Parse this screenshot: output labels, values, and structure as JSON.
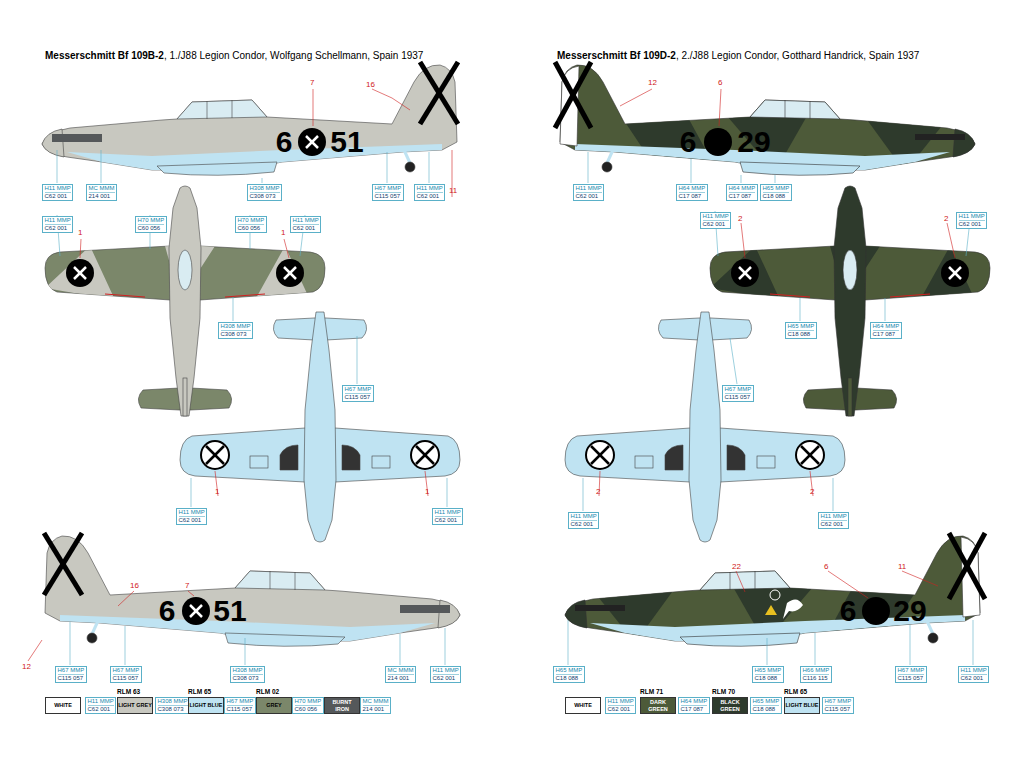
{
  "diagram": {
    "labels": [
      "Messerschmitt Bf 109B-2",
      ", 1./J88 Legion Condor, Wolfgang Schellmann, Spain 1937",
      "7",
      "16",
      "11",
      "H11 MMP",
      "C62 001",
      "MC MMM",
      "214 001",
      "H308 MMP",
      "C308 073",
      "H67 MMP",
      "C115 057",
      "H11 MMP",
      "C62 001",
      "6",
      "51",
      "1",
      "1",
      "H11 MMP",
      "C62 001",
      "H70 MMP",
      "C60 056",
      "H70 MMP",
      "C60 056",
      "H11 MMP",
      "C62 001",
      "H308 MMP",
      "C308 073",
      "H67 MMP",
      "C115 057",
      "1",
      "H11 MMP",
      "C62 001",
      "1",
      "H11 MMP",
      "C62 001",
      "16",
      "7",
      "12",
      "H67 MMP",
      "C115 057",
      "H67 MMP",
      "C115 057",
      "H308 MMP",
      "C308 073",
      "MC MMM",
      "214 001",
      "H11 MMP",
      "C62 001",
      "6",
      "51",
      "H11 MMP",
      "C62 001",
      "RLM 63",
      "H308 MMP",
      "C308 073",
      "RLM 65",
      "H67 MMP",
      "C115 057",
      "RLM 02",
      "H70 MMP",
      "C60 056",
      "MC MMM",
      "214 001",
      "Messerschmitt Bf 109D-2",
      ", 2./J88 Legion Condor, Gotthard Handrick, Spain 1937",
      "12",
      "6",
      "H11 MMP",
      "C62 001",
      "H64 MMP",
      "C17 087",
      "H64 MMP",
      "C17 087",
      "H65 MMP",
      "C18 088",
      "6",
      "29",
      "H11 MMP",
      "C62 001",
      "2",
      "2",
      "H11 MMP",
      "C62 001",
      "H65 MMP",
      "C18 088",
      "H64 MMP",
      "C17 087",
      "H67 MMP",
      "C115 057",
      "2",
      "H11 MMP",
      "C62 001",
      "2",
      "H11 MMP",
      "C62 001",
      "22",
      "6",
      "11",
      "H65 MMP",
      "C18 088",
      "H65 MMP",
      "C18 088",
      "H66 MMP",
      "C116 115",
      "H67 MMP",
      "C115 057",
      "H11 MMP",
      "C62 001",
      "6",
      "29",
      "H11 MMP",
      "C62 001",
      "RLM 71",
      "H64 MMP",
      "C17 087",
      "RLM 70",
      "H65 MMP",
      "C18 088",
      "RLM 65",
      "H67 MMP",
      "C115 057"
    ],
    "legend": [
      {
        "text": "WHITE",
        "color": "#ffffff"
      },
      {
        "text": "LIGHT GREY",
        "color": "#c8c8c0"
      },
      {
        "text": "LIGHT BLUE",
        "color": "#bfe3f2"
      },
      {
        "text": "GREY",
        "color": "#7b876a"
      },
      {
        "text": "BURNT IRON",
        "color": "#55585a"
      },
      {
        "text": "WHITE",
        "color": "#ffffff"
      },
      {
        "text": "DARK GREEN",
        "color": "#4d5a39"
      },
      {
        "text": "BLACK GREEN",
        "color": "#2e3a2c"
      },
      {
        "text": "LIGHT BLUE",
        "color": "#bfe3f2"
      }
    ]
  }
}
